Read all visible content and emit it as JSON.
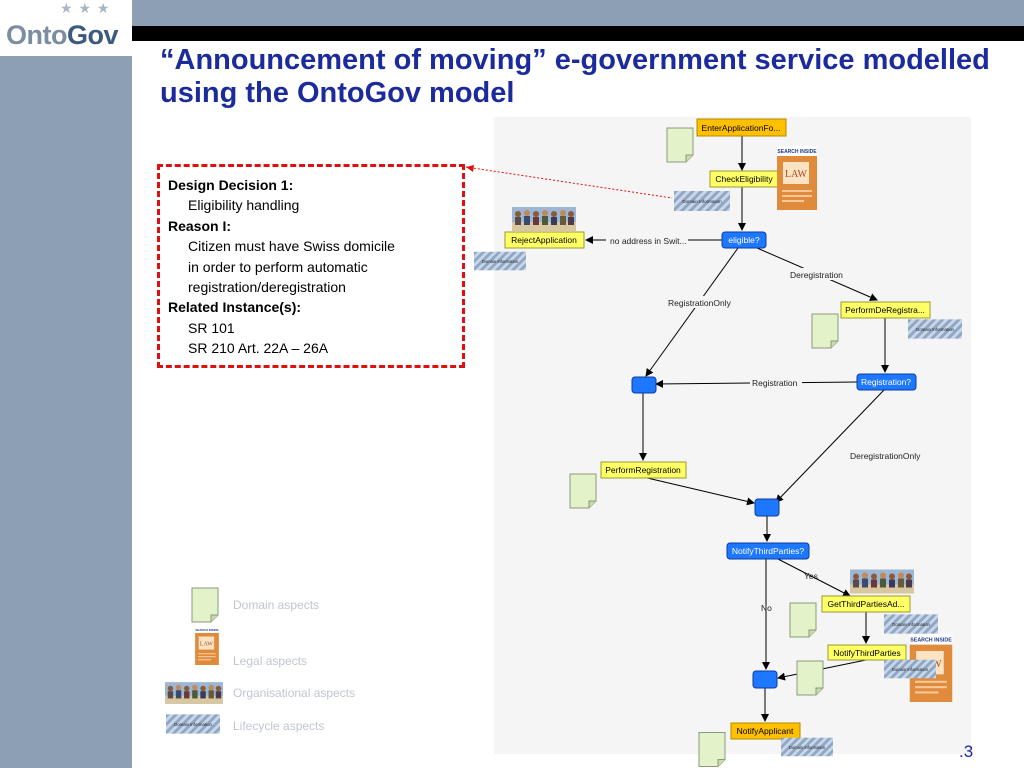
{
  "logo": {
    "part1": "Onto",
    "part2": "Gov",
    "stars": "★ ★ ★"
  },
  "slide": {
    "title": "“Announcement of moving” e-government service modelled using the OntoGov model",
    "page_number": ".3"
  },
  "decision": {
    "heading1": "Design Decision 1:",
    "line1": "Eligibility handling",
    "heading2": "Reason I:",
    "line2": "Citizen must have Swiss domicile",
    "line3": "in order to perform automatic",
    "line4": "registration/deregistration",
    "heading3": "Related Instance(s):",
    "line5": "SR 101",
    "line6": "SR 210 Art. 22A – 26A"
  },
  "legend": {
    "domain": "Domain aspects",
    "legal": "Legal aspects",
    "organisational": "Organisational  aspects",
    "lifecycle": "Lifecycle aspects"
  },
  "diagram": {
    "nodes": {
      "enter_application": "EnterApplicationFo...",
      "check_eligibility": "CheckEligibility",
      "eligible": "eligible?",
      "reject_application": "RejectApplication",
      "perform_deregistration": "PerformDeRegistra...",
      "registration_q": "Registration?",
      "perform_registration": "PerformRegistration",
      "notify_third_parties_q": "NotifyThirdParties?",
      "get_third_parties": "GetThirdPartiesAd...",
      "notify_third_parties": "NotifyThirdParties",
      "notify_applicant": "NotifyApplicant"
    },
    "edges": {
      "no_address": "no address in Swit...",
      "deregistration": "Deregistration",
      "registration_only": "RegistrationOnly",
      "registration": "Registration",
      "deregistration_only": "DeregistrationOnly",
      "yes": "Yes",
      "no": "No"
    },
    "badges": {
      "domain_information": "Domain Information",
      "law": "LAW",
      "search_inside": "SEARCH INSIDE"
    }
  },
  "colors": {
    "title": "#1c2b9c",
    "sidebar": "#8d9fb3",
    "activity": "#ffff66",
    "start_activity": "#ffc000",
    "decision": "#1e78ff",
    "dashed_border": "#e01010"
  }
}
